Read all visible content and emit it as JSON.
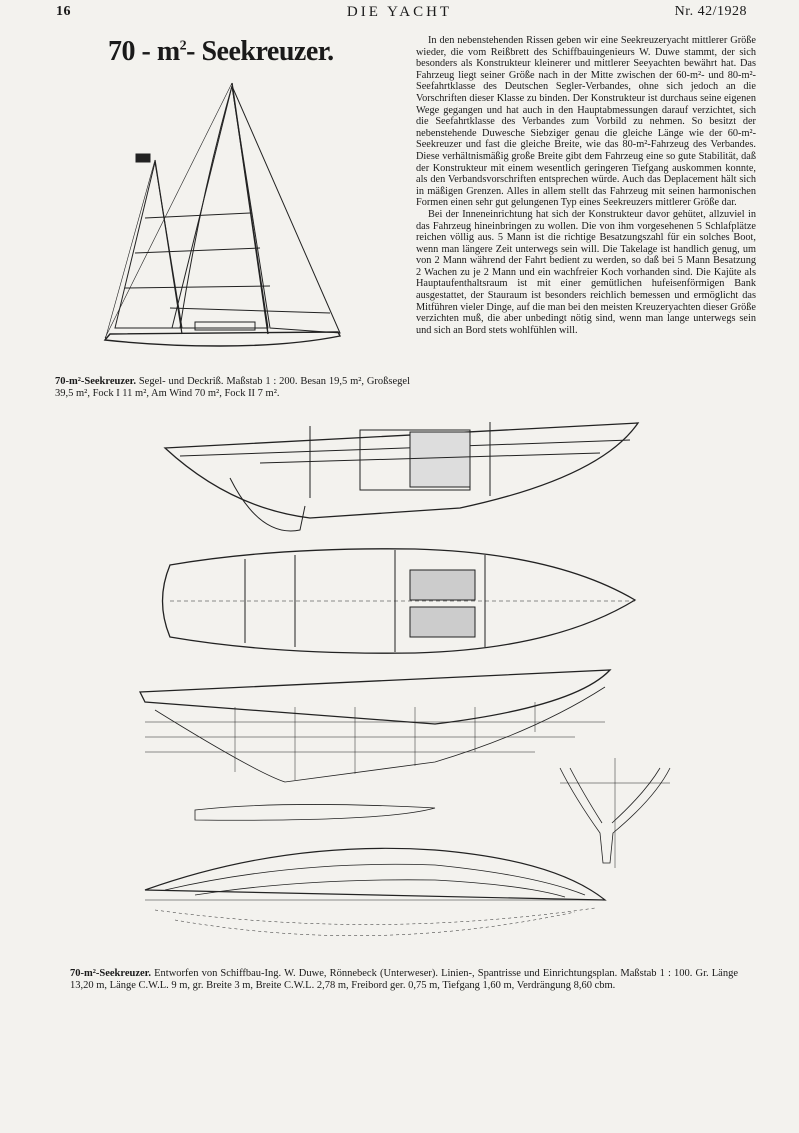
{
  "header": {
    "page_number": "16",
    "magazine": "DIE YACHT",
    "issue": "Nr. 42/1928"
  },
  "title": {
    "prefix": "70 - m",
    "sup": "2",
    "suffix": "- Seekreuzer."
  },
  "article": {
    "paragraphs": [
      "In den nebenstehenden Rissen geben wir eine Seekreuzeryacht mittlerer Größe wieder, die vom Reißbrett des Schiffbauingenieurs W. Duwe stammt, der sich besonders als Konstrukteur kleinerer und mittlerer Seeyachten bewährt hat. Das Fahrzeug liegt seiner Größe nach in der Mitte zwischen der 60-m²- und 80-m²-Seefahrtklasse des Deutschen Segler-Verbandes, ohne sich jedoch an die Vorschriften dieser Klasse zu binden. Der Konstrukteur ist durchaus seine eigenen Wege gegangen und hat auch in den Hauptabmessungen darauf verzichtet, sich die Seefahrtklasse des Verbandes zum Vorbild zu nehmen. So besitzt der nebenstehende Duwesche Siebziger genau die gleiche Länge wie der 60-m²-Seekreuzer und fast die gleiche Breite, wie das 80-m²-Fahrzeug des Verbandes. Diese verhältnismäßig große Breite gibt dem Fahrzeug eine so gute Stabilität, daß der Konstrukteur mit einem wesentlich geringeren Tiefgang auskommen konnte, als den Verbandsvorschriften entsprechen würde. Auch das Deplacement hält sich in mäßigen Grenzen. Alles in allem stellt das Fahrzeug mit seinen harmonischen Formen einen sehr gut gelungenen Typ eines Seekreuzers mittlerer Größe dar.",
      "Bei der Inneneinrichtung hat sich der Konstrukteur davor gehütet, allzuviel in das Fahrzeug hineinbringen zu wollen. Die von ihm vorgesehenen 5 Schlafplätze reichen völlig aus. 5 Mann ist die richtige Besatzungszahl für ein solches Boot, wenn man längere Zeit unterwegs sein will. Die Takelage ist handlich genug, um von 2 Mann während der Fahrt bedient zu werden, so daß bei 5 Mann Besatzung 2 Wachen zu je 2 Mann und ein wachfreier Koch vorhanden sind. Die Kajüte als Hauptaufenthaltsraum ist mit einer gemütlichen hufeisenförmigen Bank ausgestattet, der Stauraum ist besonders reichlich bemessen und ermöglicht das Mitführen vieler Dinge, auf die man bei den meisten Kreuzeryachten dieser Größe verzichten muß, die aber unbedingt nötig sind, wenn man lange unterwegs sein und sich an Bord stets wohlfühlen will."
    ]
  },
  "caption_sail": {
    "bold": "70-m²-Seekreuzer.",
    "text": " Segel- und Deckriß. Maßstab 1 : 200. Besan 19,5 m², Großsegel 39,5 m², Fock I 11 m², Am Wind 70 m², Fock II 7 m²."
  },
  "caption_lines": {
    "bold": "70-m²-Seekreuzer.",
    "text": " Entworfen von Schiffbau-Ing. W. Duwe, Rönnebeck (Unterweser). Linien-, Spantrisse und Einrichtungsplan. Maßstab 1 : 100. Gr. Länge 13,20 m, Länge C.W.L. 9 m, gr. Breite 3 m, Breite C.W.L. 2,78 m, Freibord ger. 0,75 m, Tiefgang 1,60 m, Verdrängung 8,60 cbm."
  }
}
